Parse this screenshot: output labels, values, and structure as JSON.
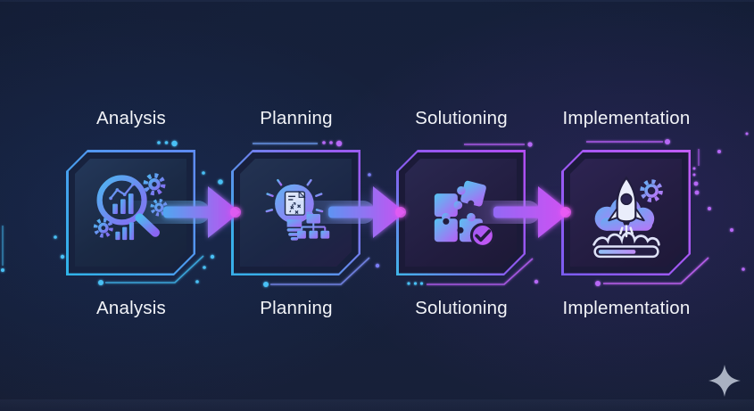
{
  "diagram": {
    "type": "process-flow-infographic",
    "background_color": "#151e36",
    "label_color": "#f2f4f8",
    "steps": [
      {
        "top_label": "Analysis",
        "bottom_label": "Analysis",
        "icon": "analysis-magnifier-chart-gears-icon",
        "accent_from": "#2fb4e8",
        "accent_to": "#5d8cf2"
      },
      {
        "top_label": "Planning",
        "bottom_label": "Planning",
        "icon": "planning-lightbulb-strategy-doc-icon",
        "accent_from": "#38aee8",
        "accent_to": "#9a5cf0"
      },
      {
        "top_label": "Solutioning",
        "bottom_label": "Solutioning",
        "icon": "solutioning-puzzle-check-icon",
        "accent_from": "#3fb6e8",
        "accent_to": "#b44df2"
      },
      {
        "top_label": "Implementation",
        "bottom_label": "Implementation",
        "icon": "implementation-rocket-launch-progress-icon",
        "accent_from": "#7a5cf0",
        "accent_to": "#c25cf6"
      }
    ],
    "connectors": [
      {
        "from": "Analysis",
        "to": "Planning",
        "icon": "arrow-right-icon",
        "color_from": "#3fb3f0",
        "color_to": "#c74af0"
      },
      {
        "from": "Planning",
        "to": "Solutioning",
        "icon": "arrow-right-icon",
        "color_from": "#4f9df2",
        "color_to": "#cb4ef2"
      },
      {
        "from": "Solutioning",
        "to": "Implementation",
        "icon": "arrow-right-icon",
        "color_from": "#8a6cf5",
        "color_to": "#d44ff2"
      }
    ],
    "watermark_icon": "four-point-sparkle-icon",
    "watermark_color": "#a9b1c2"
  }
}
